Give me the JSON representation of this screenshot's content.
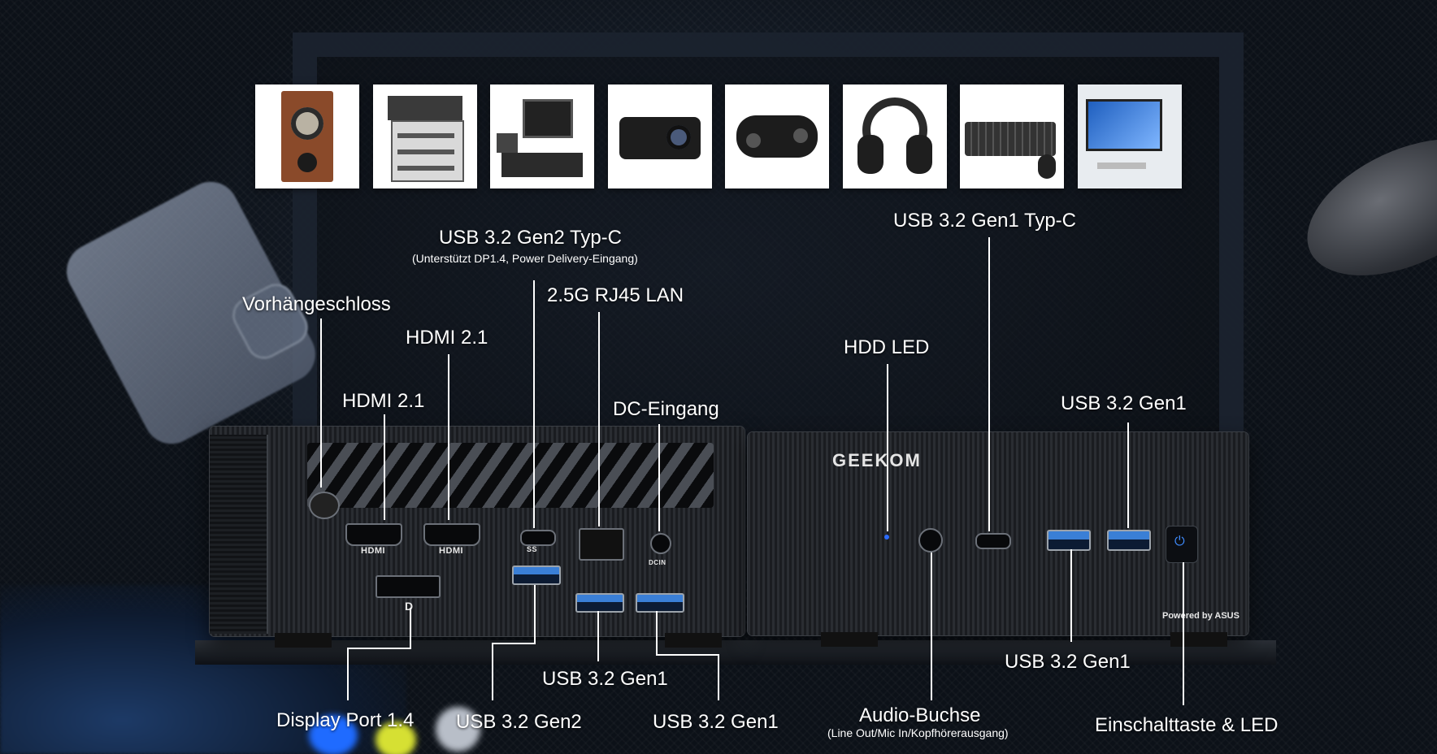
{
  "thumbnails": [
    {
      "name": "speaker-image"
    },
    {
      "name": "printer-image"
    },
    {
      "name": "pos-terminal-image"
    },
    {
      "name": "projector-image"
    },
    {
      "name": "gamepad-image"
    },
    {
      "name": "headphones-image"
    },
    {
      "name": "keyboard-mouse-image"
    },
    {
      "name": "desktop-monitor-image"
    }
  ],
  "device": {
    "brand": "GEEKOM",
    "powered_by": "Powered by ASUS",
    "port_text": {
      "hdmi": "HDMI",
      "dp": "D",
      "ss": "SS",
      "dcin": "DCIN"
    }
  },
  "labels": {
    "usb_c_gen2": "USB 3.2 Gen2 Typ-C",
    "usb_c_gen2_note": "(Unterstützt DP1.4, Power Delivery-Eingang)",
    "usb_c_gen1": "USB 3.2 Gen1 Typ-C",
    "padlock": "Vorhängeschloss",
    "rj45": "2.5G RJ45 LAN",
    "hdmi_upper": "HDMI 2.1",
    "hdmi_lower": "HDMI 2.1",
    "hdd_led": "HDD LED",
    "dc_in": "DC-Eingang",
    "usb_gen1_right_top": "USB 3.2 Gen1",
    "usb_gen1_right_bottom": "USB 3.2 Gen1",
    "usb_gen1_mid": "USB 3.2 Gen1",
    "usb_gen1_lower": "USB 3.2 Gen1",
    "display_port": "Display Port 1.4",
    "usb_gen2": "USB 3.2 Gen2",
    "audio": "Audio-Buchse",
    "audio_note": "(Line Out/Mic In/Kopfhörerausgang)",
    "power": "Einschalttaste & LED"
  }
}
